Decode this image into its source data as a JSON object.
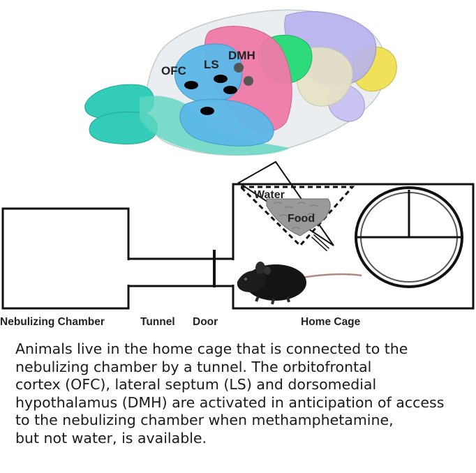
{
  "brain": {
    "labels": {
      "ofc": "OFC",
      "ls": "LS",
      "dmh": "DMH"
    }
  },
  "apparatus": {
    "water_label": "Water",
    "food_label": "Food",
    "captions": {
      "nebulizing_chamber": "Nebulizing Chamber",
      "tunnel": "Tunnel",
      "door": "Door",
      "home_cage": "Home Cage"
    }
  },
  "caption": {
    "lines": [
      "Animals live in the home cage that is connected to the",
      "nebulizing chamber by a tunnel. The orbitofrontal",
      "cortex (OFC), lateral septum (LS) and dorsomedial",
      "hypothalamus (DMH) are activated in anticipation of access",
      "to the nebulizing chamber when methamphetamine,",
      "but not water, is available."
    ]
  },
  "colors": {
    "olfactory": "#33ccb8",
    "cortex_blue": "#5bb8e8",
    "septum_pink": "#f07aa8",
    "hypothalamus_green": "#2edb7a",
    "midbrain_lavender": "#b7b3ee",
    "cerebellum_yellow": "#f1e05a",
    "activation_black": "#000000",
    "activation_gray": "#555555"
  }
}
